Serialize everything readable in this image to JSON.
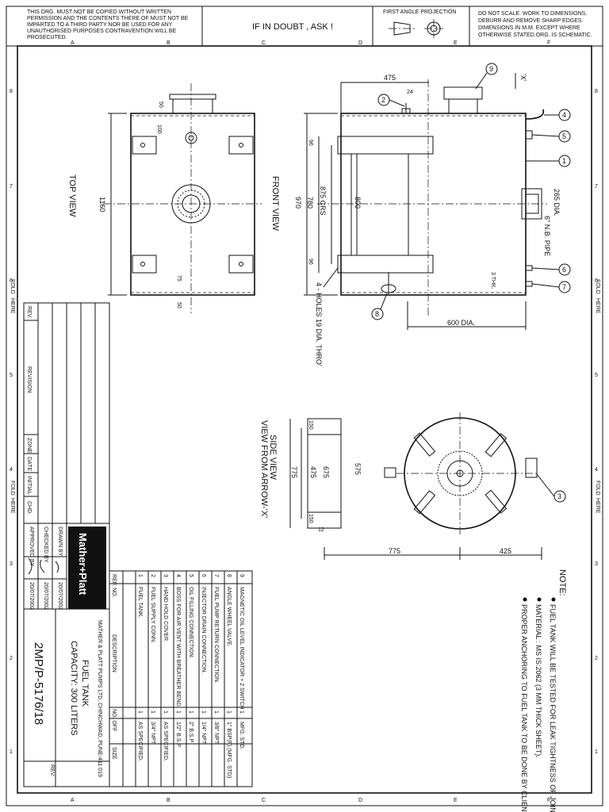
{
  "header": {
    "copyright_note": [
      "THIS DRG. MUST NOT BE COPIED WITHOUT WRITTEN",
      "PERMISSION AND THE CONTENTS THERE OF MUST NOT BE",
      "IMPARTED TO A THIRD PARTY NOR BE USED FOR ANY",
      "UNAUTHORISED PURPOSES CONTRAVENTION WILL BE",
      "PROSECUTED."
    ],
    "doubt_text": "IF IN DOUBT , ASK !",
    "projection_label": "FIRST ANGLE PROJECTION",
    "scale_note": [
      "DO NOT SCALE. WORK TO DIMENSIONS.",
      "DEBURR AND REMOVE SHARP EDGES.",
      "DIMENSIONS IN M.M. EXCEPT WHERE",
      "OTHERWISE STATED.ORG. IS SCHEMATIC."
    ]
  },
  "grid": {
    "columns": [
      "A",
      "B",
      "C",
      "D",
      "E",
      "F"
    ],
    "rows": [
      "8",
      "7",
      "6",
      "5",
      "4",
      "3",
      "2",
      "1"
    ],
    "fold_label": "FOLD",
    "here_label": "HERE"
  },
  "views": {
    "top_view_label": "TOP VIEW",
    "front_view_label": "FRONT VIEW",
    "side_view_label_1": "VIEW FROM ARROW-'X'",
    "side_view_label_2": "SIDE VIEW",
    "arrow_x": "'X'"
  },
  "dimensions": {
    "top_1160": "1160",
    "top_100": "100",
    "top_50": "50",
    "top_75": "75",
    "top_50b": "50",
    "front_475": "475",
    "front_24": "24",
    "front_96a": "96",
    "front_96b": "96",
    "front_875": "875 CRS",
    "front_780": "780",
    "front_970": "970",
    "front_800": "800",
    "front_265": "265 DIA.",
    "front_pipe": "6\" N.B. PIPE",
    "front_3thk": "3 THK.",
    "front_600": "600 DIA.",
    "front_holes": "4 - HOLES 19 DIA. THRO'",
    "side_150a": "150",
    "side_150b": "150",
    "side_475": "475",
    "side_675": "675",
    "side_775v": "775",
    "side_575": "575",
    "side_12": "12",
    "side_775h": "775",
    "side_425": "425"
  },
  "balloons": [
    "1",
    "2",
    "3",
    "4",
    "5",
    "6",
    "7",
    "8",
    "9"
  ],
  "notes": {
    "heading": "NOTE:",
    "items": [
      "FUEL TANK WILL BE TESTED FOR LEAK TIGHTNESS OF JOINTS.",
      "MATERIAL : MS IS:2062 (3 MM THICK SHEET).",
      "PROPER ANCHORING TO FUEL TANK TO BE DONE BY CLIENT AT SITE."
    ]
  },
  "parts_table": {
    "headers": {
      "ref": "REF. NO.",
      "description": "DESCRIPTION",
      "qty": "NO. OFF",
      "size": "SIZE"
    },
    "rows": [
      {
        "ref": "9",
        "description": "MAGNETIC OIL LEVEL INDICATOR + 2 SWITCH",
        "qty": "1",
        "size": "MFG. STD."
      },
      {
        "ref": "8",
        "description": "ANGLE WHEEL VALVE.",
        "qty": "1",
        "size": "1\" BSP(F).(MFG. STD)"
      },
      {
        "ref": "7",
        "description": "FUEL PUMP RETURN CONNECTION.",
        "qty": "1",
        "size": "3/8\" NPT"
      },
      {
        "ref": "6",
        "description": "INJECTOR DRAIN CONNECTION.",
        "qty": "1",
        "size": "1/4\" NPT"
      },
      {
        "ref": "5",
        "description": "OIL FILLING CONNECTION.",
        "qty": "1",
        "size": "2\" B.S.P"
      },
      {
        "ref": "4",
        "description": "BOSS FOR AIR VENT WITH BREATHER BEND.",
        "qty": "1",
        "size": "1/2\" B.S.P"
      },
      {
        "ref": "3",
        "description": "HAND HOLD COVER.",
        "qty": "1",
        "size": "AS SPECIFIED."
      },
      {
        "ref": "2",
        "description": "FUEL SUPPLY CONN.",
        "qty": "1",
        "size": "3/4\" NPT"
      },
      {
        "ref": "1",
        "description": "FUEL TANK.",
        "qty": "1",
        "size": "AS SPECIFIED."
      }
    ]
  },
  "revision_block": {
    "headers": [
      "REV.",
      "REVISION",
      "ZONE",
      "DATE",
      "INITIAL",
      "CHD."
    ]
  },
  "title_block": {
    "logo": "Mather+Platt",
    "drawn_label": "DRAWN BY",
    "checked_label": "CHECKED BY",
    "approved_label": "APPROVED BY",
    "drawn_date": "20/07/2002",
    "checked_date": "20/07/2002",
    "approved_date": "20/07/2002",
    "company": "MATHER & PLATT PUMPS LTD, CHINCHWAD, PUNE-411 019",
    "title_1": "FUEL TANK",
    "title_2": "CAPACITY: 300 LITERS",
    "drawing_no": "2MP/P-5176/18",
    "rev_label": "REV."
  }
}
